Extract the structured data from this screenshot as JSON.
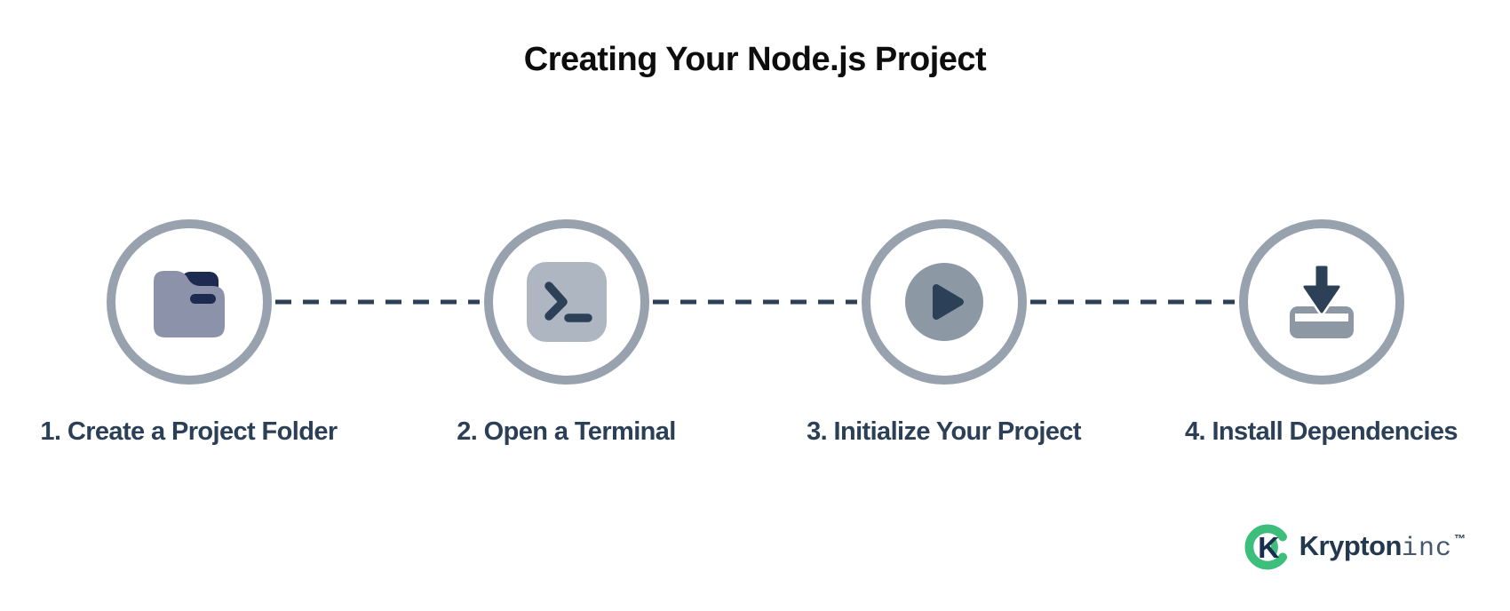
{
  "title": "Creating Your Node.js Project",
  "steps": [
    {
      "label": "1. Create a Project Folder",
      "icon": "folder-icon"
    },
    {
      "label": "2. Open a Terminal",
      "icon": "terminal-icon"
    },
    {
      "label": "3. Initialize Your Project",
      "icon": "play-icon"
    },
    {
      "label": "4. Install Dependencies",
      "icon": "install-download-icon"
    }
  ],
  "branding": {
    "logo_letter": "K",
    "name_primary": "Krypton",
    "name_secondary": "inc",
    "trademark": "™"
  },
  "colors": {
    "navy": "#2c4157",
    "dark_navy": "#1c2b4f",
    "circle_border": "#98a2ae",
    "icon_gray": "#8d98a5",
    "folder_gray": "#8d92ab",
    "terminal_gray": "#aeb6c1",
    "brand_green": "#3dbe7d",
    "title_black": "#0d0d0d"
  }
}
